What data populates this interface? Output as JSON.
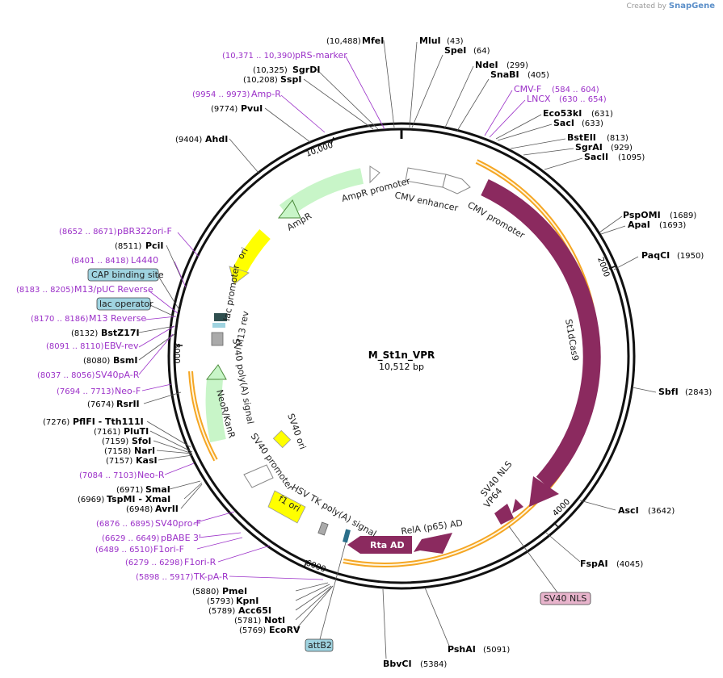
{
  "credit": {
    "prefix": "Created by",
    "brand": "SnapGene"
  },
  "plasmid": {
    "name": "M_St1n_VPR",
    "length_label": "10,512 bp"
  },
  "ticks": [
    "10,000",
    "2000",
    "4000",
    "6000",
    "8000"
  ],
  "enzymes": [
    {
      "name": "MfeI",
      "pos": "(10,488)"
    },
    {
      "name": "MluI",
      "pos": "(43)"
    },
    {
      "name": "SpeI",
      "pos": "(64)"
    },
    {
      "name": "NdeI",
      "pos": "(299)"
    },
    {
      "name": "SnaBI",
      "pos": "(405)"
    },
    {
      "name": "Eco53kI",
      "pos": "(631)"
    },
    {
      "name": "SacI",
      "pos": "(633)"
    },
    {
      "name": "BstEII",
      "pos": "(813)"
    },
    {
      "name": "SgrAI",
      "pos": "(929)"
    },
    {
      "name": "SacII",
      "pos": "(1095)"
    },
    {
      "name": "PspOMI",
      "pos": "(1689)"
    },
    {
      "name": "ApaI",
      "pos": "(1693)"
    },
    {
      "name": "PaqCI",
      "pos": "(1950)"
    },
    {
      "name": "SbfI",
      "pos": "(2843)"
    },
    {
      "name": "AscI",
      "pos": "(3642)"
    },
    {
      "name": "FspAI",
      "pos": "(4045)"
    },
    {
      "name": "PshAI",
      "pos": "(5091)"
    },
    {
      "name": "BbvCI",
      "pos": "(5384)"
    },
    {
      "name": "EcoRV",
      "pos": "(5769)"
    },
    {
      "name": "NotI",
      "pos": "(5781)"
    },
    {
      "name": "Acc65I",
      "pos": "(5789)"
    },
    {
      "name": "KpnI",
      "pos": "(5793)"
    },
    {
      "name": "PmeI",
      "pos": "(5880)"
    },
    {
      "name": "AvrII",
      "pos": "(6948)"
    },
    {
      "name": "TspMI - XmaI",
      "pos": "(6969)"
    },
    {
      "name": "SmaI",
      "pos": "(6971)"
    },
    {
      "name": "KasI",
      "pos": "(7157)"
    },
    {
      "name": "NarI",
      "pos": "(7158)"
    },
    {
      "name": "SfoI",
      "pos": "(7159)"
    },
    {
      "name": "PluTI",
      "pos": "(7161)"
    },
    {
      "name": "PflFI - Tth111I",
      "pos": "(7276)"
    },
    {
      "name": "RsrII",
      "pos": "(7674)"
    },
    {
      "name": "BsmI",
      "pos": "(8080)"
    },
    {
      "name": "BstZ17I",
      "pos": "(8132)"
    },
    {
      "name": "PciI",
      "pos": "(8511)"
    },
    {
      "name": "AhdI",
      "pos": "(9404)"
    },
    {
      "name": "PvuI",
      "pos": "(9774)"
    },
    {
      "name": "SspI",
      "pos": "(10,208)"
    },
    {
      "name": "SgrDI",
      "pos": "(10,325)"
    }
  ],
  "primers": [
    {
      "name": "pRS-marker",
      "pos": "(10,371 .. 10,390)"
    },
    {
      "name": "Amp-R",
      "pos": "(9954 .. 9973)"
    },
    {
      "name": "CMV-F",
      "pos": "(584 .. 604)"
    },
    {
      "name": "LNCX",
      "pos": "(630 .. 654)"
    },
    {
      "name": "pBR322ori-F",
      "pos": "(8652 .. 8671)"
    },
    {
      "name": "L4440",
      "pos": "(8401 .. 8418)"
    },
    {
      "name": "M13/pUC Reverse",
      "pos": "(8183 .. 8205)"
    },
    {
      "name": "M13 Reverse",
      "pos": "(8170 .. 8186)"
    },
    {
      "name": "EBV-rev",
      "pos": "(8091 .. 8110)"
    },
    {
      "name": "SV40pA-R",
      "pos": "(8037 .. 8056)"
    },
    {
      "name": "Neo-F",
      "pos": "(7694 .. 7713)"
    },
    {
      "name": "Neo-R",
      "pos": "(7084 .. 7103)"
    },
    {
      "name": "SV40pro-F",
      "pos": "(6876 .. 6895)"
    },
    {
      "name": "pBABE 3'",
      "pos": "(6629 .. 6649)"
    },
    {
      "name": "F1ori-F",
      "pos": "(6489 .. 6510)"
    },
    {
      "name": "F1ori-R",
      "pos": "(6279 .. 6298)"
    },
    {
      "name": "TK-pA-R",
      "pos": "(5898 .. 5917)"
    }
  ],
  "boxed_labels": {
    "cap": "CAP binding site",
    "lac_op": "lac operator",
    "sv40_nls": "SV40 NLS",
    "attb2": "attB2"
  },
  "features": {
    "ampr_promoter": "AmpR promoter",
    "ampr": "AmpR",
    "ori": "ori",
    "lac_promoter": "lac promoter",
    "m13_rev": "M13 rev",
    "sv40_polya": "SV40 poly(A) signal",
    "neor": "NeoR/KanR",
    "sv40_ori": "SV40 ori",
    "sv40_promoter": "SV40 promoter",
    "f1_ori": "f1 ori",
    "hsv_tk": "HSV TK poly(A) signal",
    "rta_ad": "Rta AD",
    "rela_ad": "RelA (p65) AD",
    "vp64": "VP64",
    "sv40_nls_feat": "SV40 NLS",
    "st1dcas9": "St1dCas9",
    "cmv_enhancer": "CMV enhancer",
    "cmv_promoter": "CMV promoter"
  },
  "colors": {
    "cas9": "#8b2a5f",
    "orf_band": "#f5a623",
    "ori_yellow": "#ffff00",
    "ampr_green": "#c8f5c8",
    "primer": "#9b30c8",
    "label_box_blue": "#9fd3e0",
    "label_box_pink": "#e8b4cc"
  }
}
